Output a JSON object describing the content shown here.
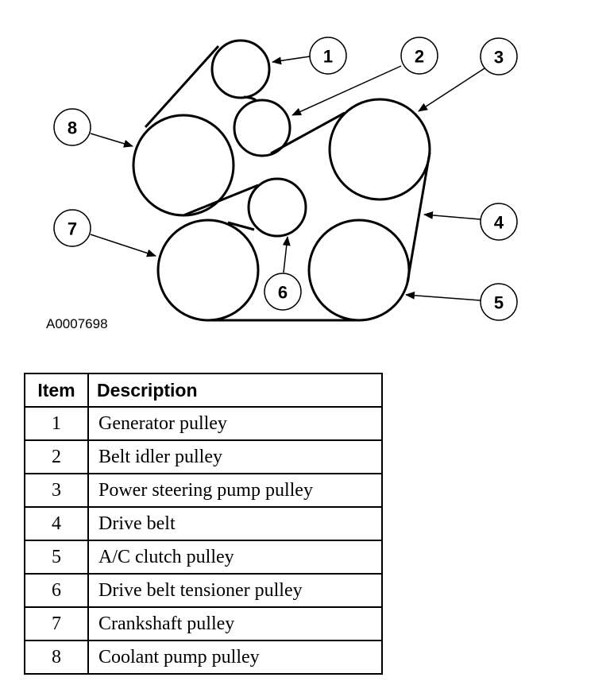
{
  "figure": {
    "id_label": "A0007698",
    "callouts": [
      "1",
      "2",
      "3",
      "4",
      "5",
      "6",
      "7",
      "8"
    ]
  },
  "table": {
    "headers": {
      "item": "Item",
      "description": "Description"
    },
    "rows": [
      {
        "item": "1",
        "description": "Generator pulley"
      },
      {
        "item": "2",
        "description": "Belt idler pulley"
      },
      {
        "item": "3",
        "description": "Power steering pump pulley"
      },
      {
        "item": "4",
        "description": "Drive belt"
      },
      {
        "item": "5",
        "description": "A/C clutch pulley"
      },
      {
        "item": "6",
        "description": "Drive belt tensioner pulley"
      },
      {
        "item": "7",
        "description": "Crankshaft pulley"
      },
      {
        "item": "8",
        "description": "Coolant pump pulley"
      }
    ]
  }
}
